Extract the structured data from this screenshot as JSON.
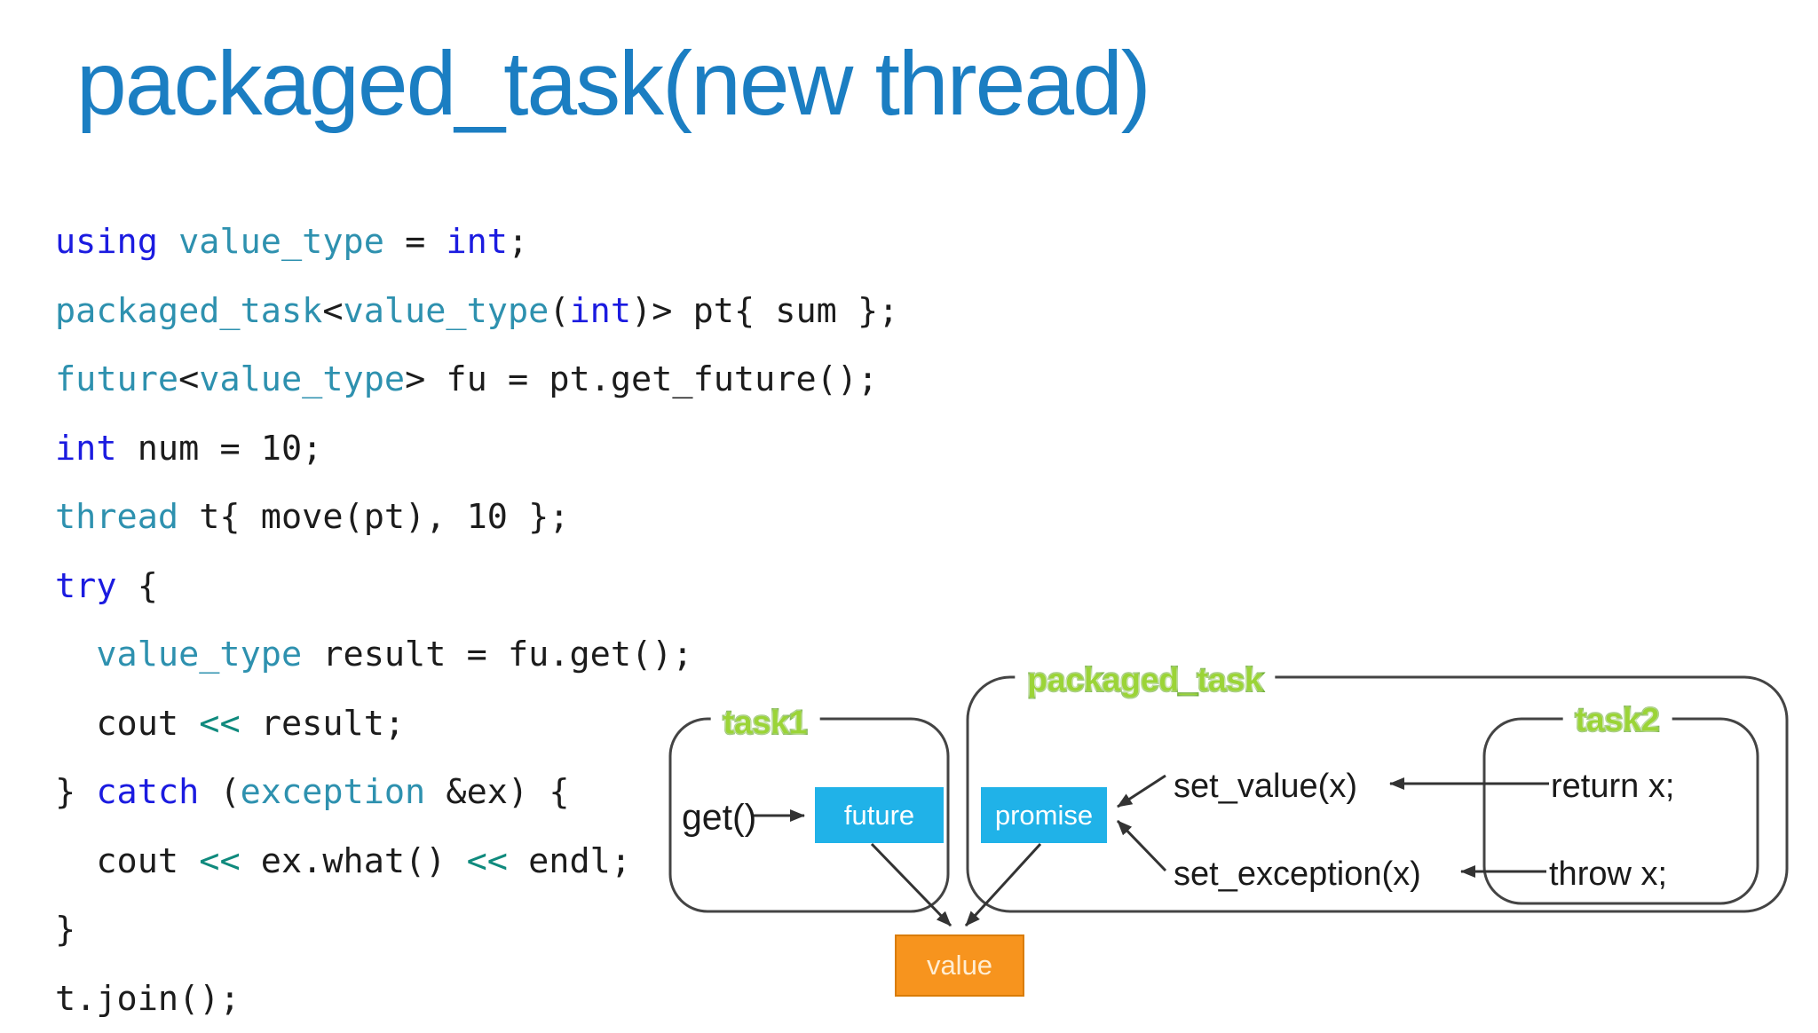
{
  "title": "packaged_task(new thread)",
  "colors": {
    "title": "#1b7ec2",
    "kw": "#1b1be0",
    "ty": "#2e91af",
    "op": "#0f8a7d",
    "code": "#1c1c1c",
    "green-fill": "#9bd437",
    "green-stroke": "#55a011",
    "line": "#444444",
    "cyan": "#20b2e8",
    "orange": "#f7941e",
    "orange-border": "#d97c06",
    "box-text": "#ffffff",
    "value-text": "#ffedd2",
    "diagram-text": "#1a1a1a"
  },
  "code": {
    "lines": [
      [
        {
          "c": "kw",
          "t": "using"
        },
        {
          "c": "pl",
          "t": " "
        },
        {
          "c": "ty",
          "t": "value_type"
        },
        {
          "c": "pl",
          "t": " = "
        },
        {
          "c": "kw",
          "t": "int"
        },
        {
          "c": "pl",
          "t": ";"
        }
      ],
      [
        {
          "c": "ty",
          "t": "packaged_task"
        },
        {
          "c": "pl",
          "t": "<"
        },
        {
          "c": "ty",
          "t": "value_type"
        },
        {
          "c": "pl",
          "t": "("
        },
        {
          "c": "kw",
          "t": "int"
        },
        {
          "c": "pl",
          "t": ")> pt{ sum };"
        }
      ],
      [
        {
          "c": "ty",
          "t": "future"
        },
        {
          "c": "pl",
          "t": "<"
        },
        {
          "c": "ty",
          "t": "value_type"
        },
        {
          "c": "pl",
          "t": "> fu = pt.get_future();"
        }
      ],
      [
        {
          "c": "kw",
          "t": "int"
        },
        {
          "c": "pl",
          "t": " num = 10;"
        }
      ],
      [
        {
          "c": "ty",
          "t": "thread"
        },
        {
          "c": "pl",
          "t": " t{ move(pt), 10 };"
        }
      ],
      [
        {
          "c": "kw",
          "t": "try"
        },
        {
          "c": "pl",
          "t": " {"
        }
      ],
      [
        {
          "c": "pl",
          "t": "  "
        },
        {
          "c": "ty",
          "t": "value_type"
        },
        {
          "c": "pl",
          "t": " result = fu.get();"
        }
      ],
      [
        {
          "c": "pl",
          "t": "  cout "
        },
        {
          "c": "op",
          "t": "<<"
        },
        {
          "c": "pl",
          "t": " result;"
        }
      ],
      [
        {
          "c": "pl",
          "t": "} "
        },
        {
          "c": "kw",
          "t": "catch"
        },
        {
          "c": "pl",
          "t": " ("
        },
        {
          "c": "ty",
          "t": "exception"
        },
        {
          "c": "pl",
          "t": " &ex) {"
        }
      ],
      [
        {
          "c": "pl",
          "t": "  cout "
        },
        {
          "c": "op",
          "t": "<<"
        },
        {
          "c": "pl",
          "t": " ex.what() "
        },
        {
          "c": "op",
          "t": "<<"
        },
        {
          "c": "pl",
          "t": " endl;"
        }
      ],
      [
        {
          "c": "pl",
          "t": "}"
        }
      ],
      [
        {
          "c": "pl",
          "t": "t.join();"
        }
      ]
    ]
  },
  "diagram": {
    "task1_label": "task1",
    "packaged_task_label": "packaged_task",
    "task2_label": "task2",
    "get_label": "get()",
    "future_label": "future",
    "promise_label": "promise",
    "value_label": "value",
    "set_value_label": "set_value(x)",
    "set_exception_label": "set_exception(x)",
    "return_label": "return x;",
    "throw_label": "throw x;"
  }
}
